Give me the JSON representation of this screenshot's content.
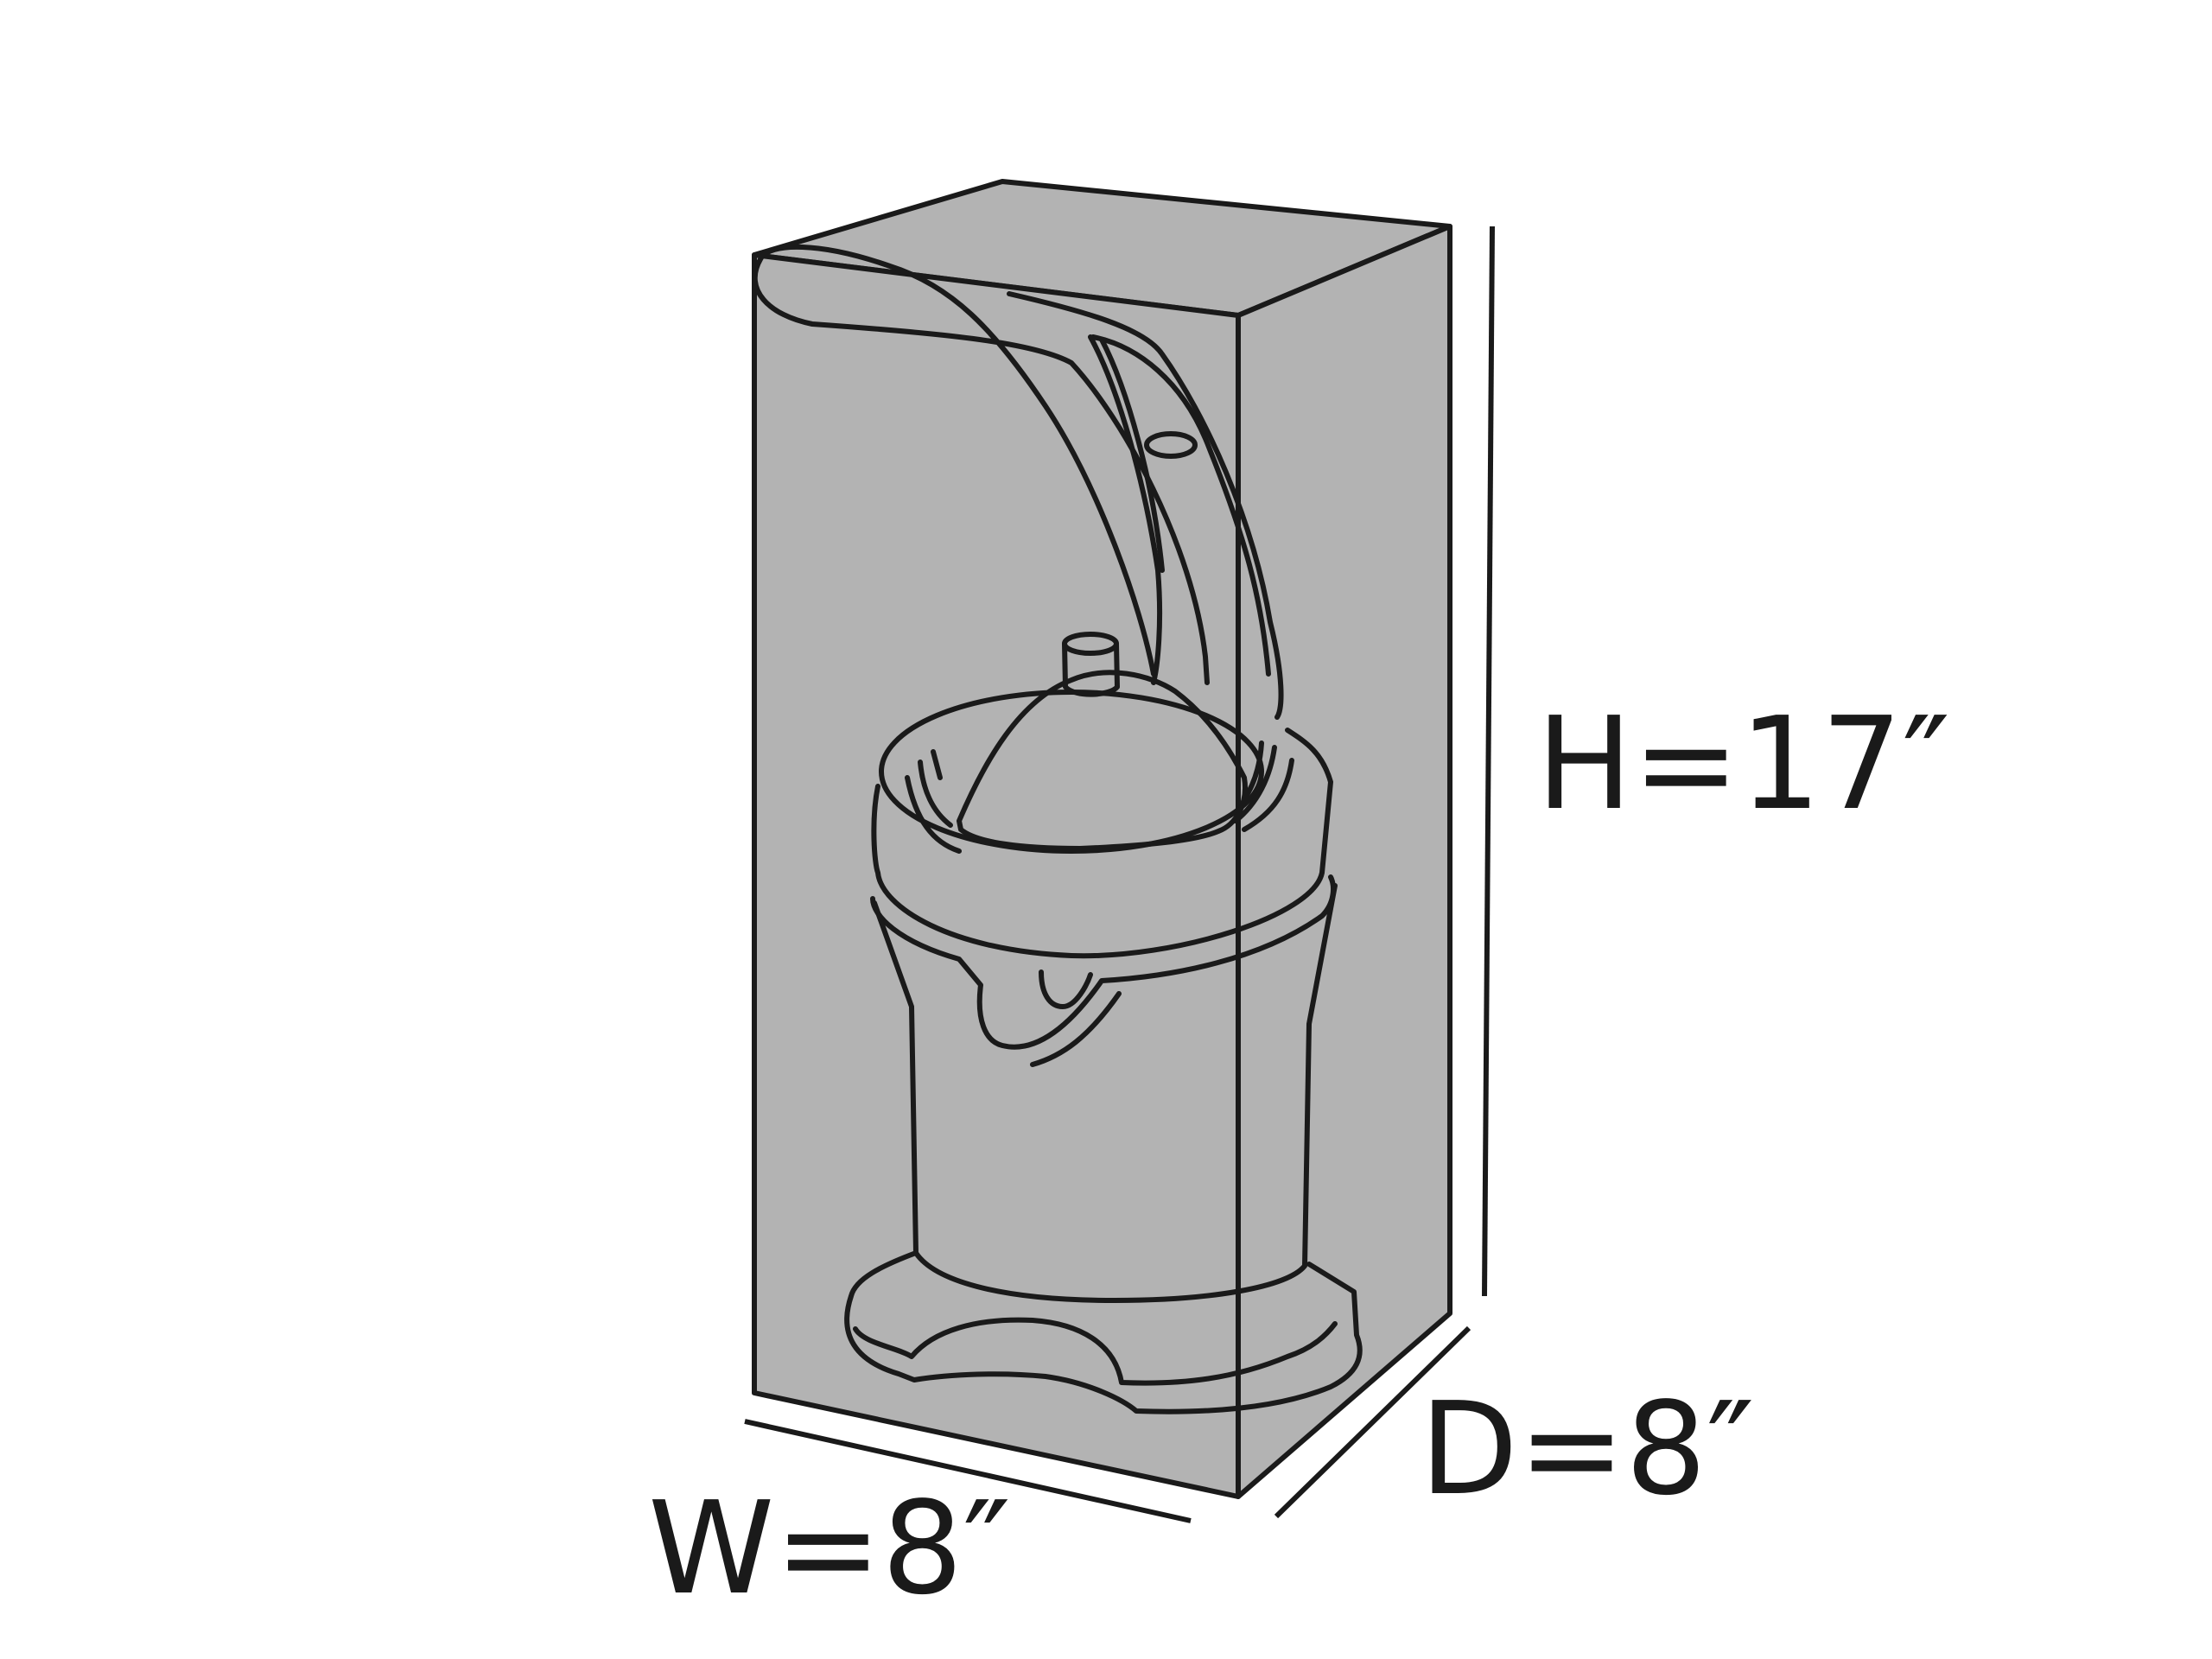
{
  "dimensions": {
    "height_label": "H=17″",
    "depth_label": "D=8″",
    "width_label": "W=8″"
  },
  "colors": {
    "cover_fill": "#b3b3b3",
    "line": "#1a1a1a",
    "background": "#ffffff"
  },
  "subject": {
    "icon": "citrus-juicer-icon"
  }
}
